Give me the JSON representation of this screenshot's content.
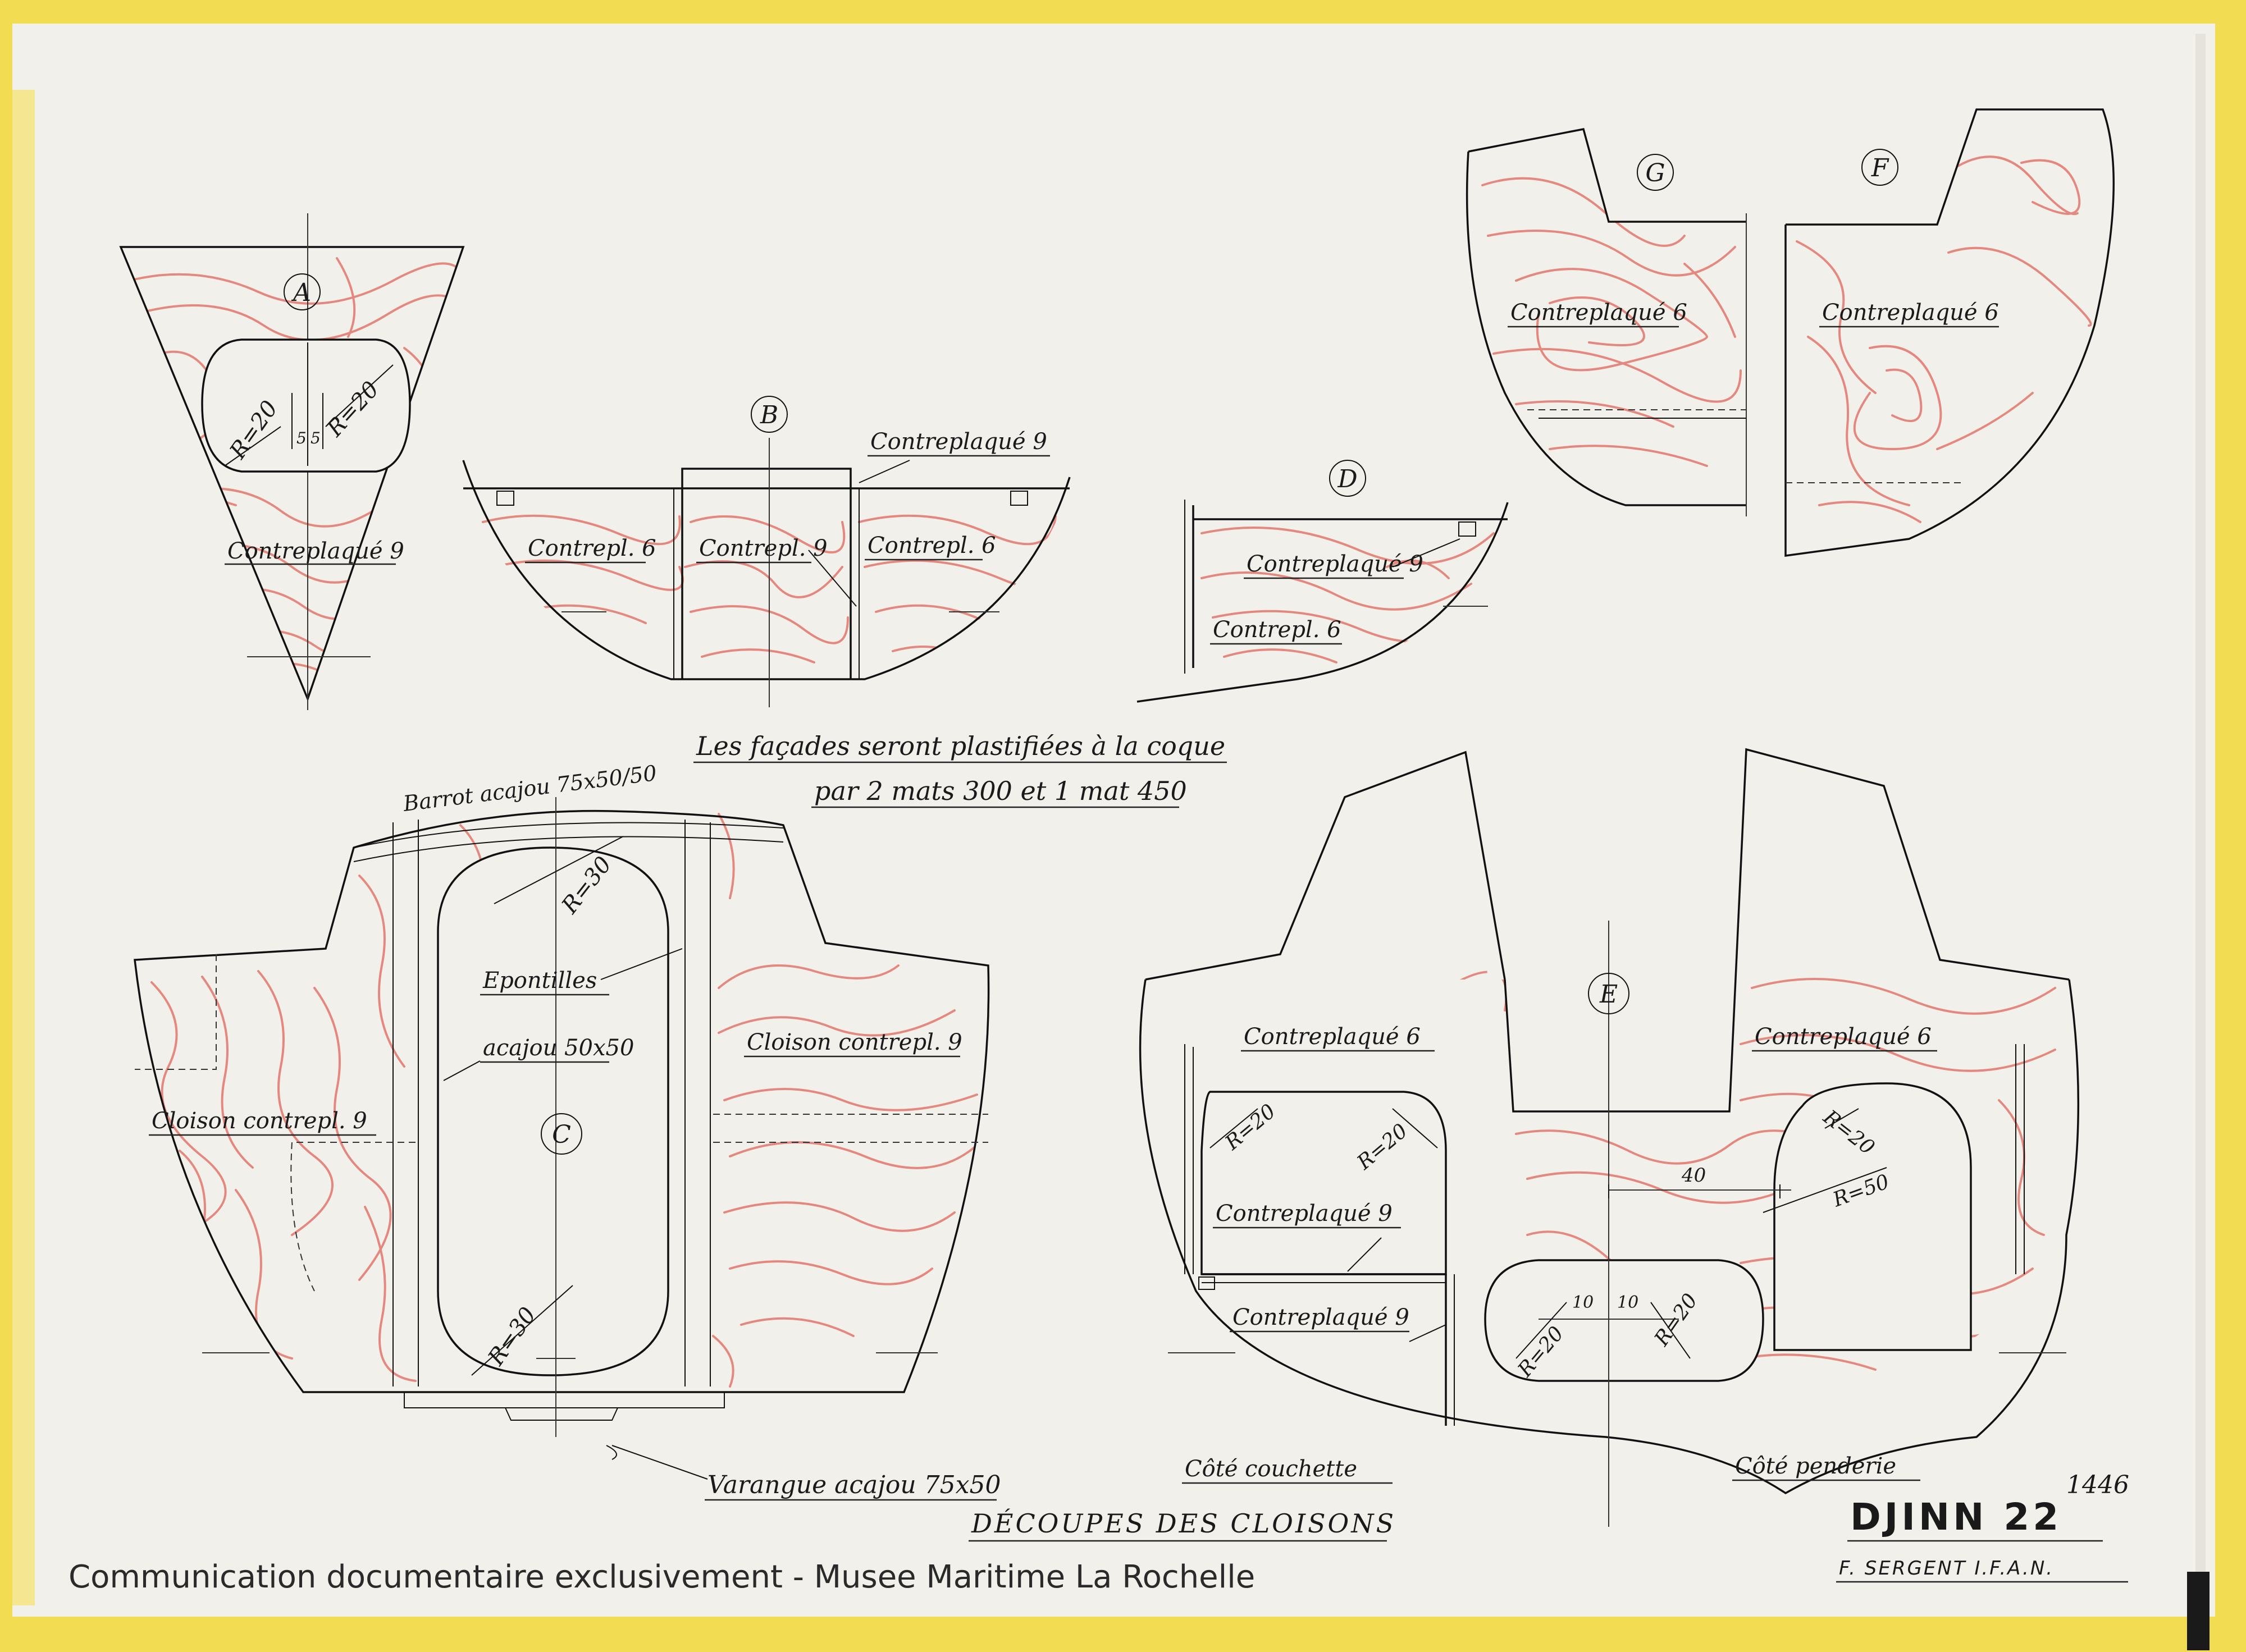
{
  "labels": {
    "A": "A",
    "B": "B",
    "C": "C",
    "D": "D",
    "E": "E",
    "F": "F",
    "G": "G"
  },
  "panel_a": {
    "r_left": "R=20",
    "r_right": "R=20",
    "dim_5a": "5",
    "dim_5b": "5",
    "material": "Contreplaqué 9"
  },
  "panel_b": {
    "top": "Contreplaqué 9",
    "left": "Contrepl. 6",
    "center": "Contrepl. 9",
    "right": "Contrepl. 6"
  },
  "panel_d": {
    "upper": "Contreplaqué 9",
    "lower": "Contrepl. 6"
  },
  "panel_g": {
    "material": "Contreplaqué 6"
  },
  "panel_f": {
    "material": "Contreplaqué 6"
  },
  "note": {
    "line1": "Les façades seront plastifiées à la coque",
    "line2": "par 2 mats 300 et 1 mat 450"
  },
  "panel_c": {
    "barrot": "Barrot acajou 75x50/50",
    "r_top": "R=30",
    "epontilles": "Epontilles",
    "acajou": "acajou 50x50",
    "cloison_right": "Cloison contrepl. 9",
    "cloison_left": "Cloison contrepl. 9",
    "r_bottom": "R=30",
    "varangue": "Varangue acajou 75x50"
  },
  "panel_e": {
    "left_top": "Contreplaqué 6",
    "right_top": "Contreplaqué 6",
    "r_left1": "R=20",
    "r_left2": "R=20",
    "mid_left": "Contreplaqué 9",
    "low_left": "Contreplaqué 9",
    "dim_40": "40",
    "r_right1": "R=20",
    "r_right2": "R=50",
    "dim_10a": "10",
    "dim_10b": "10",
    "r_bot_left": "R=20",
    "r_bot_right": "R=20",
    "side_left": "Côté couchette",
    "side_right": "Côté penderie"
  },
  "title_block": {
    "heading": "DÉCOUPES DES CLOISONS",
    "boat": "DJINN 22",
    "designer": "F. SERGENT I.F.A.N.",
    "number": "1446"
  },
  "watermark": "Communication documentaire exclusivement - Musee Maritime La Rochelle",
  "colors": {
    "paper": "#f1f0ea",
    "tape": "#f2dc52",
    "grain": "#e2776d",
    "ink": "#111111"
  }
}
